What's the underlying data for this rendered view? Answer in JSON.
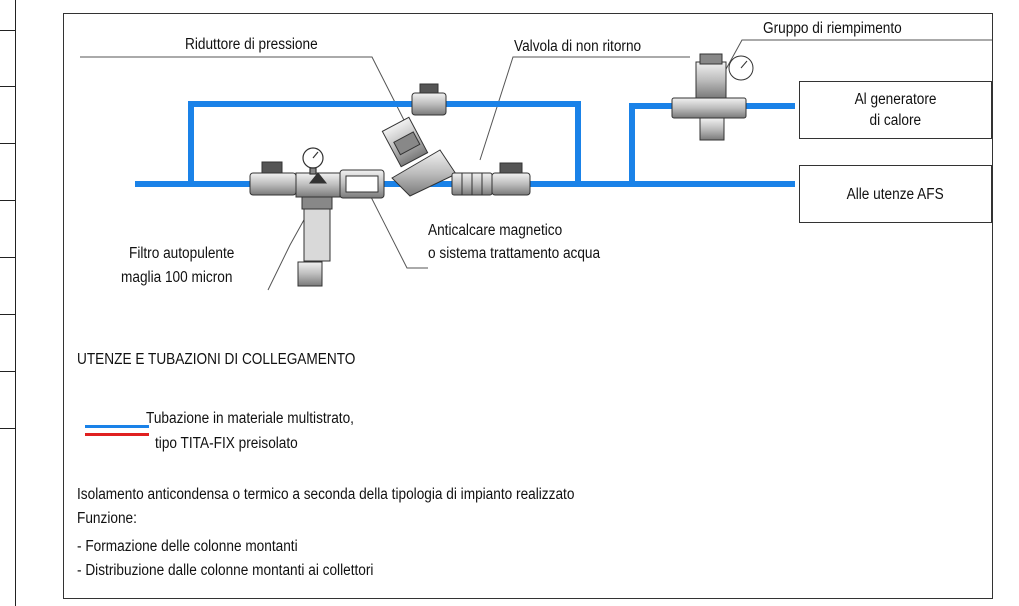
{
  "colors": {
    "pipe_blue": "#1a82e8",
    "pipe_red": "#e02020",
    "line": "#333333"
  },
  "labels": {
    "riduttore": "Riduttore di pressione",
    "valvola": "Valvola di non ritorno",
    "gruppo": "Gruppo di riempimento",
    "anticalcare_1": "Anticalcare magnetico",
    "anticalcare_2": "o sistema trattamento acqua",
    "filtro_1": "Filtro autopulente",
    "filtro_2": "maglia 100 micron"
  },
  "outlets": {
    "generatore_1": "Al generatore",
    "generatore_2": "di calore",
    "utenze": "Alle utenze AFS"
  },
  "section_title": "UTENZE E TUBAZIONI DI COLLEGAMENTO",
  "legend": {
    "line1": "Tubazione in materiale multistrato,",
    "line2": "tipo TITA-FIX preisolato"
  },
  "notes": [
    "Isolamento anticondensa o termico a seconda della tipologia di impianto realizzato",
    "Funzione:",
    "- Formazione delle colonne montanti",
    "- Distribuzione dalle colonne montanti ai collettori"
  ],
  "icons": [
    "ball-valve-icon",
    "pressure-gauge-icon",
    "filter-icon",
    "pressure-reducer-icon",
    "check-valve-icon",
    "filling-group-icon",
    "magnetic-descaler-icon"
  ]
}
